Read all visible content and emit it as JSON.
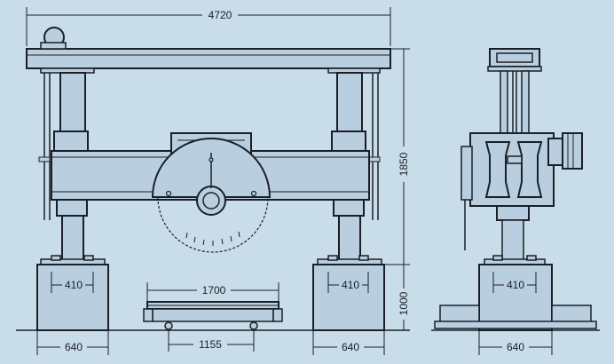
{
  "colors": {
    "background": "#c9dce9",
    "ink": "#1b1f25",
    "part_fill": "#b9cfe0"
  },
  "dimensions": {
    "overall_width": "4720",
    "column_height": "1850",
    "base_height": "1000",
    "base_inner_left": "410",
    "base_inner_right": "410",
    "base_inner_side": "410",
    "base_width_left": "640",
    "base_width_right": "640",
    "base_width_side": "640",
    "cart_length": "1700",
    "cart_wheelbase": "1155"
  }
}
